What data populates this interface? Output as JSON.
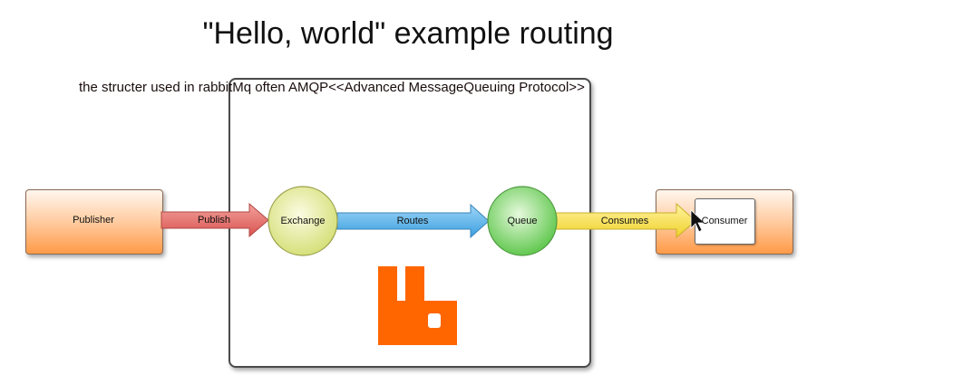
{
  "title": "\"Hello, world\" example routing",
  "subtitle": "the structer used in rabbitMq often AMQP<<Advanced MessageQueuing Protocol>>",
  "nodes": {
    "publisher": "Publisher",
    "exchange": "Exchange",
    "queue": "Queue",
    "consumer": "Consumer"
  },
  "edges": {
    "publish": "Publish",
    "routes": "Routes",
    "consumes": "Consumes"
  },
  "colors": {
    "publish_arrow": "#e8706a",
    "routes_arrow": "#5ab4ea",
    "consumes_arrow": "#f5e04a",
    "exchange_node": "#dfe88a",
    "queue_node": "#7ed86a",
    "rabbitmq_logo": "#ff6600"
  },
  "icons": {
    "logo": "rabbitmq-logo-icon",
    "cursor": "mouse-cursor-icon"
  }
}
